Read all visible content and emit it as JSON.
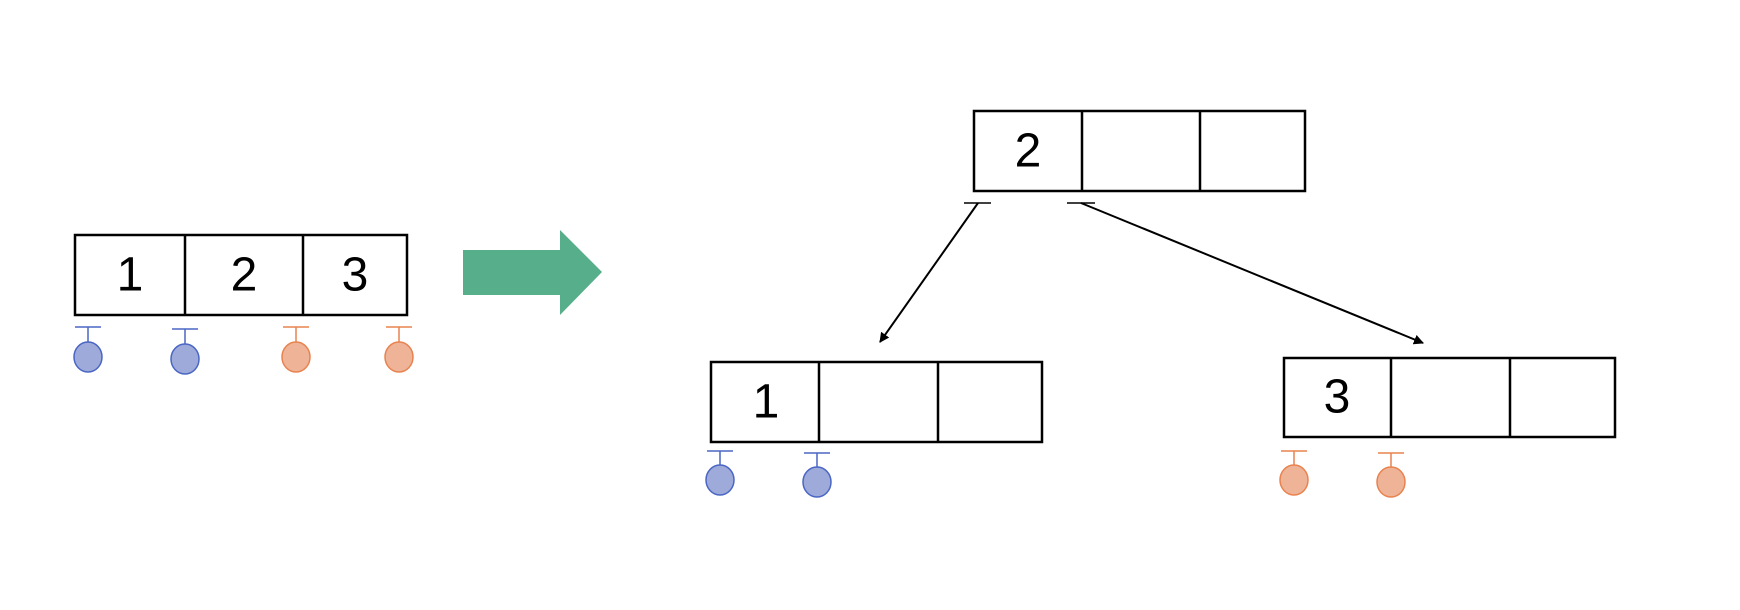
{
  "colors": {
    "blue_fill": "#9eaad9",
    "blue_stroke": "#4a66c4",
    "orange_fill": "#efb398",
    "orange_stroke": "#e8834f",
    "arrow": "#57ae8a",
    "line": "#000000"
  },
  "diagram": {
    "before": {
      "keys": [
        "1",
        "2",
        "3"
      ],
      "children": [
        "blue",
        "blue",
        "orange",
        "orange"
      ]
    },
    "transition_icon": "right-arrow-icon",
    "after": {
      "root": {
        "keys": [
          "2",
          "",
          ""
        ]
      },
      "left": {
        "keys": [
          "1",
          "",
          ""
        ],
        "children": [
          "blue",
          "blue"
        ]
      },
      "right": {
        "keys": [
          "3",
          "",
          ""
        ],
        "children": [
          "orange",
          "orange"
        ]
      }
    }
  }
}
